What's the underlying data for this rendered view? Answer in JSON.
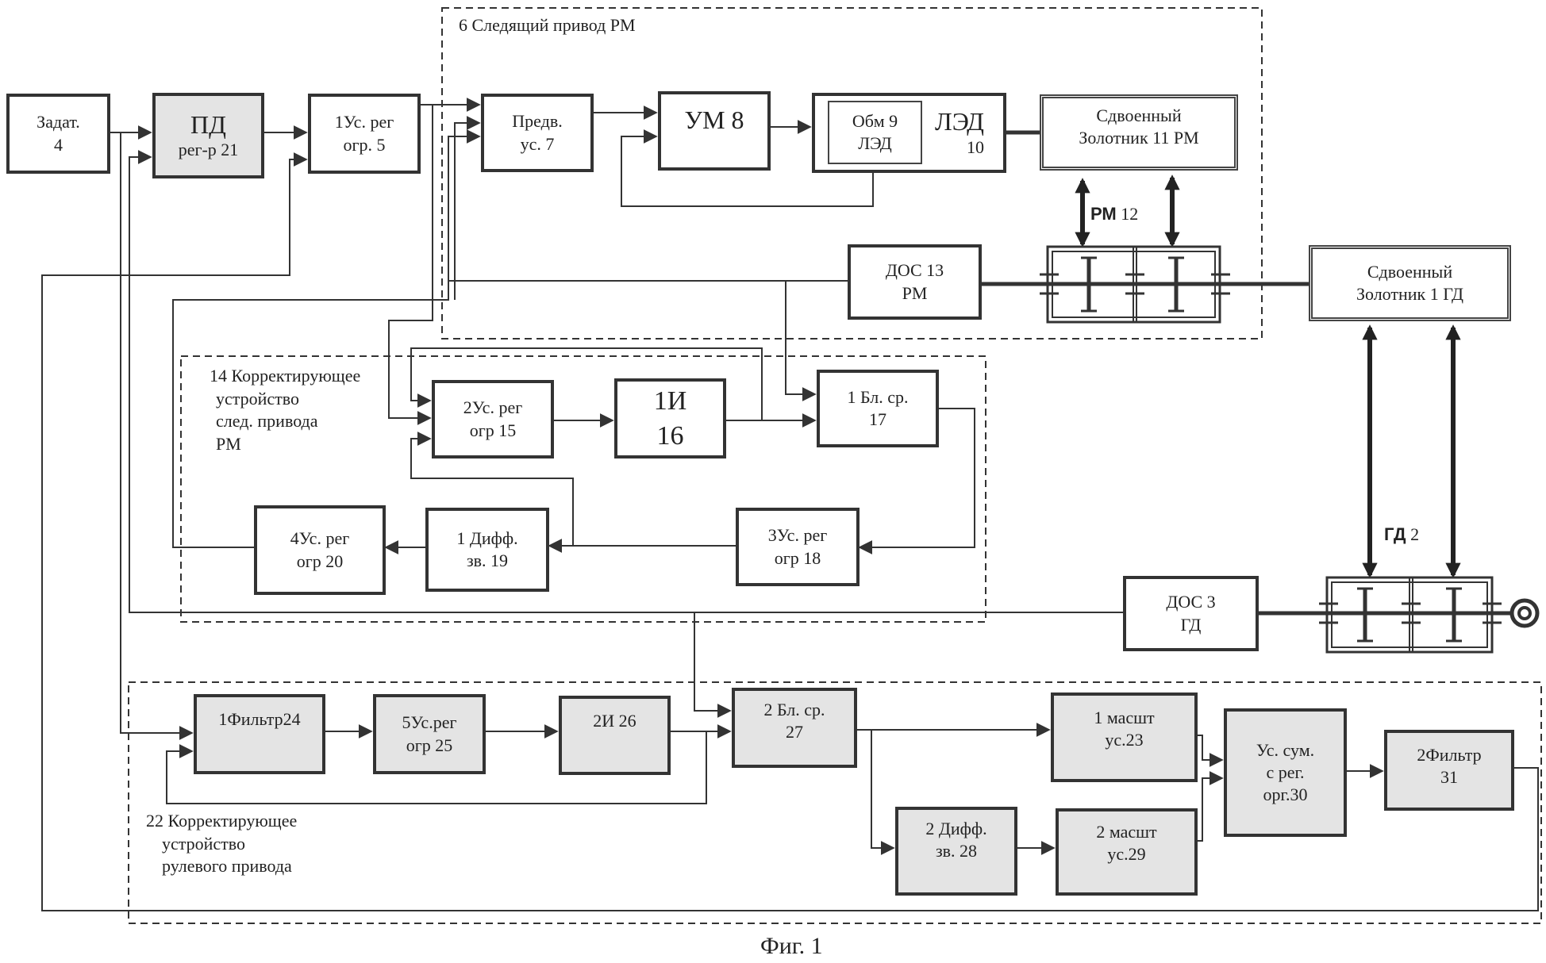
{
  "blocks": {
    "zadat4": {
      "l1": "Задат.",
      "l2": "4"
    },
    "pd21": {
      "l1": "ПД",
      "l2": "рег-р 21"
    },
    "us5": {
      "l1": "1Ус. рег",
      "l2": "огр. 5"
    },
    "pred7": {
      "l1": "Предв.",
      "l2": "ус. 7"
    },
    "um8": {
      "l1": "УМ 8"
    },
    "obm9": {
      "l1": "Обм 9",
      "l2": "ЛЭД"
    },
    "led10": {
      "l1": "ЛЭД",
      "l2": "10"
    },
    "zol11": {
      "l1": "Сдвоенный",
      "l2": "Золотник 11 РМ"
    },
    "dos13": {
      "l1": "ДОС 13",
      "l2": "РМ"
    },
    "zol1": {
      "l1": "Сдвоенный",
      "l2": "Золотник 1 ГД"
    },
    "us15": {
      "l1": "2Ус. рег",
      "l2": "огр 15"
    },
    "i16": {
      "l1": "1И",
      "l2": "16"
    },
    "bl17": {
      "l1": "1 Бл. ср.",
      "l2": "17"
    },
    "us18": {
      "l1": "3Ус. рег",
      "l2": "огр 18"
    },
    "diff19": {
      "l1": "1 Дифф.",
      "l2": "зв. 19"
    },
    "us20": {
      "l1": "4Ус. рег",
      "l2": "огр 20"
    },
    "dos3": {
      "l1": "ДОС 3",
      "l2": "ГД"
    },
    "f24": {
      "l1": "1Фильтр24"
    },
    "us25": {
      "l1": "5Ус.рег",
      "l2": "огр 25"
    },
    "i26": {
      "l1": "2И 26"
    },
    "bl27": {
      "l1": "2 Бл. ср.",
      "l2": "27"
    },
    "m23": {
      "l1": "1 масшт",
      "l2": "ус.23"
    },
    "diff28": {
      "l1": "2 Дифф.",
      "l2": "зв. 28"
    },
    "m29": {
      "l1": "2 масшт",
      "l2": "ус.29"
    },
    "sum30": {
      "l1": "Ус. сум.",
      "l2": "с рег.",
      "l3": "орг.30"
    },
    "f31": {
      "l1": "2Фильтр",
      "l2": "31"
    }
  },
  "labels": {
    "group6": "6 Следящий привод РМ",
    "group14": [
      "14 Корректирующее",
      "устройство",
      "след. привода",
      "РМ"
    ],
    "group22": [
      "22 Корректирующее",
      "устройство",
      "рулевого привода"
    ],
    "rm12_bold": "РМ",
    "rm12_num": "12",
    "gd2_bold": "ГД",
    "gd2_num": "2",
    "figure": "Фиг. 1"
  },
  "colors": {
    "stroke": "#333333",
    "shade": "#e4e4e4"
  }
}
